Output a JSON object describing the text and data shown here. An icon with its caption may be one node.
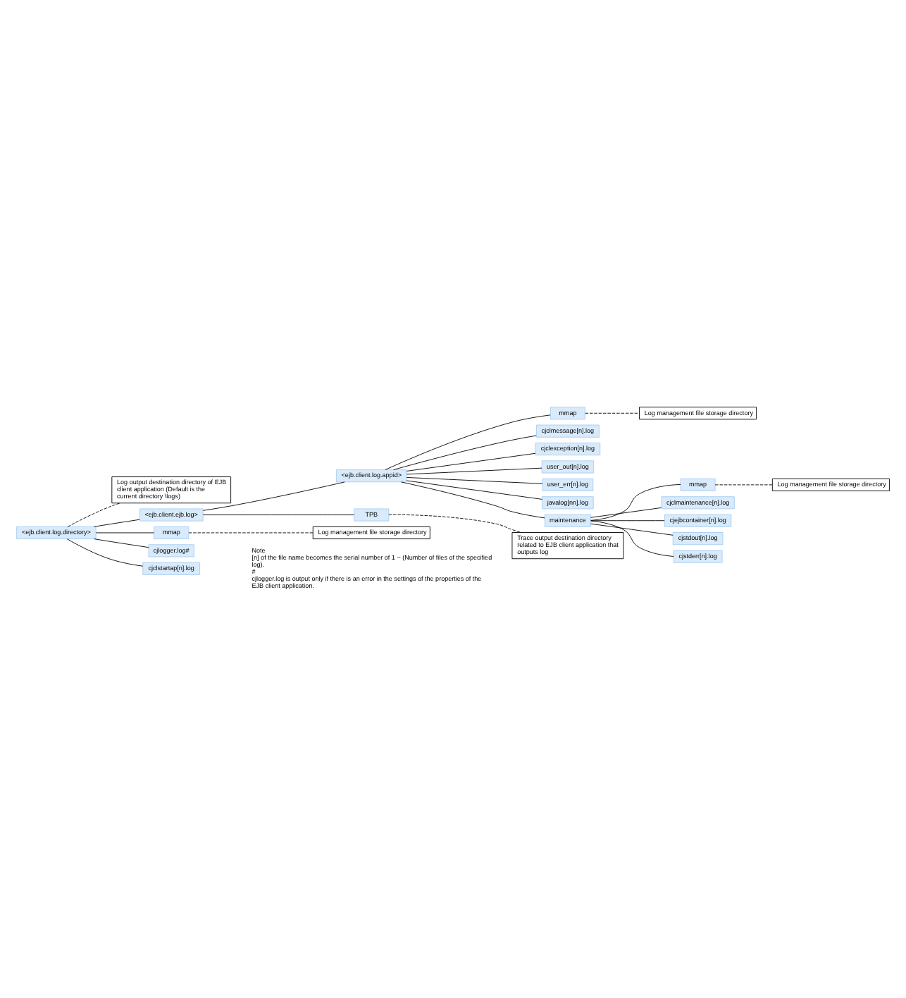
{
  "diagram": {
    "nodes": [
      {
        "text": [
          "<ejb.client.log.directory>"
        ]
      },
      {
        "text": [
          "Log output destination directory of EJB client application (Default is the current directory \\logs)"
        ]
      },
      {
        "text": [
          "<ejb.client.ejb.log>"
        ]
      },
      {
        "text": [
          "<ejb.client.log.appid>"
        ]
      },
      {
        "text": [
          "mmap"
        ]
      },
      {
        "text": [
          "Log management file storage directory"
        ]
      },
      {
        "text": [
          "cjclmessage[n].log"
        ]
      },
      {
        "text": [
          "cjclexception[n].log"
        ]
      },
      {
        "text": [
          "user_out[n].log"
        ]
      },
      {
        "text": [
          "user_err[n].log"
        ]
      },
      {
        "text": [
          "javalog[nn].log"
        ]
      },
      {
        "text": [
          "maintenance"
        ]
      },
      {
        "text": [
          "mmap"
        ]
      },
      {
        "text": [
          "Log management file storage directory"
        ]
      },
      {
        "text": [
          "cjclmaintenance[n].log"
        ]
      },
      {
        "text": [
          "cjejbcontainer[n].log"
        ]
      },
      {
        "text": [
          "cjstdout[n].log"
        ]
      },
      {
        "text": [
          "cjstderr[n].log"
        ]
      },
      {
        "text": [
          "TPB"
        ]
      },
      {
        "text": [
          "Trace output destination directory related to EJB client application that outputs log"
        ]
      },
      {
        "text": [
          "mmap"
        ]
      },
      {
        "text": [
          "Log management file storage directory"
        ]
      },
      {
        "text": [
          "cjlogger.log#"
        ]
      },
      {
        "text": [
          "cjclstartap[n].log"
        ]
      }
    ],
    "edges": [
      {
        "from": 0,
        "to": 1,
        "arrow": "none",
        "style": "dashed"
      },
      {
        "from": 0,
        "to": 2,
        "arrow": "none"
      },
      {
        "from": 2,
        "to": 3,
        "arrow": "none"
      },
      {
        "from": 3,
        "to": 4,
        "arrow": "none"
      },
      {
        "from": 4,
        "to": 5,
        "arrow": "none",
        "style": "dashed"
      },
      {
        "from": 3,
        "to": 6,
        "arrow": "none"
      },
      {
        "from": 3,
        "to": 7,
        "arrow": "none"
      },
      {
        "from": 3,
        "to": 8,
        "arrow": "none"
      },
      {
        "from": 3,
        "to": 9,
        "arrow": "none"
      },
      {
        "from": 3,
        "to": 10,
        "arrow": "none"
      },
      {
        "from": 3,
        "to": 11,
        "arrow": "none"
      },
      {
        "from": 11,
        "to": 12,
        "arrow": "none"
      },
      {
        "from": 12,
        "to": 13,
        "arrow": "none",
        "style": "dashed"
      },
      {
        "from": 11,
        "to": 14,
        "arrow": "none"
      },
      {
        "from": 11,
        "to": 15,
        "arrow": "none"
      },
      {
        "from": 11,
        "to": 16,
        "arrow": "none"
      },
      {
        "from": 11,
        "to": 17,
        "arrow": "none"
      },
      {
        "from": 2,
        "to": 18,
        "arrow": "none"
      },
      {
        "from": 18,
        "to": 19,
        "arrow": "none",
        "style": "dashed"
      },
      {
        "from": 0,
        "to": 20,
        "arrow": "none"
      },
      {
        "from": 20,
        "to": 21,
        "arrow": "none",
        "style": "dashed"
      },
      {
        "from": 0,
        "to": 22,
        "arrow": "none"
      },
      {
        "from": 0,
        "to": 23,
        "arrow": "none"
      }
    ],
    "labels": [
      "Note",
      "[n] of the file name becomes the serial number of 1 ~ (Number of files of the specified log).",
      "#",
      "cjlogger.log is output only if there is an error in the settings of the properties of the EJB client application."
    ]
  }
}
